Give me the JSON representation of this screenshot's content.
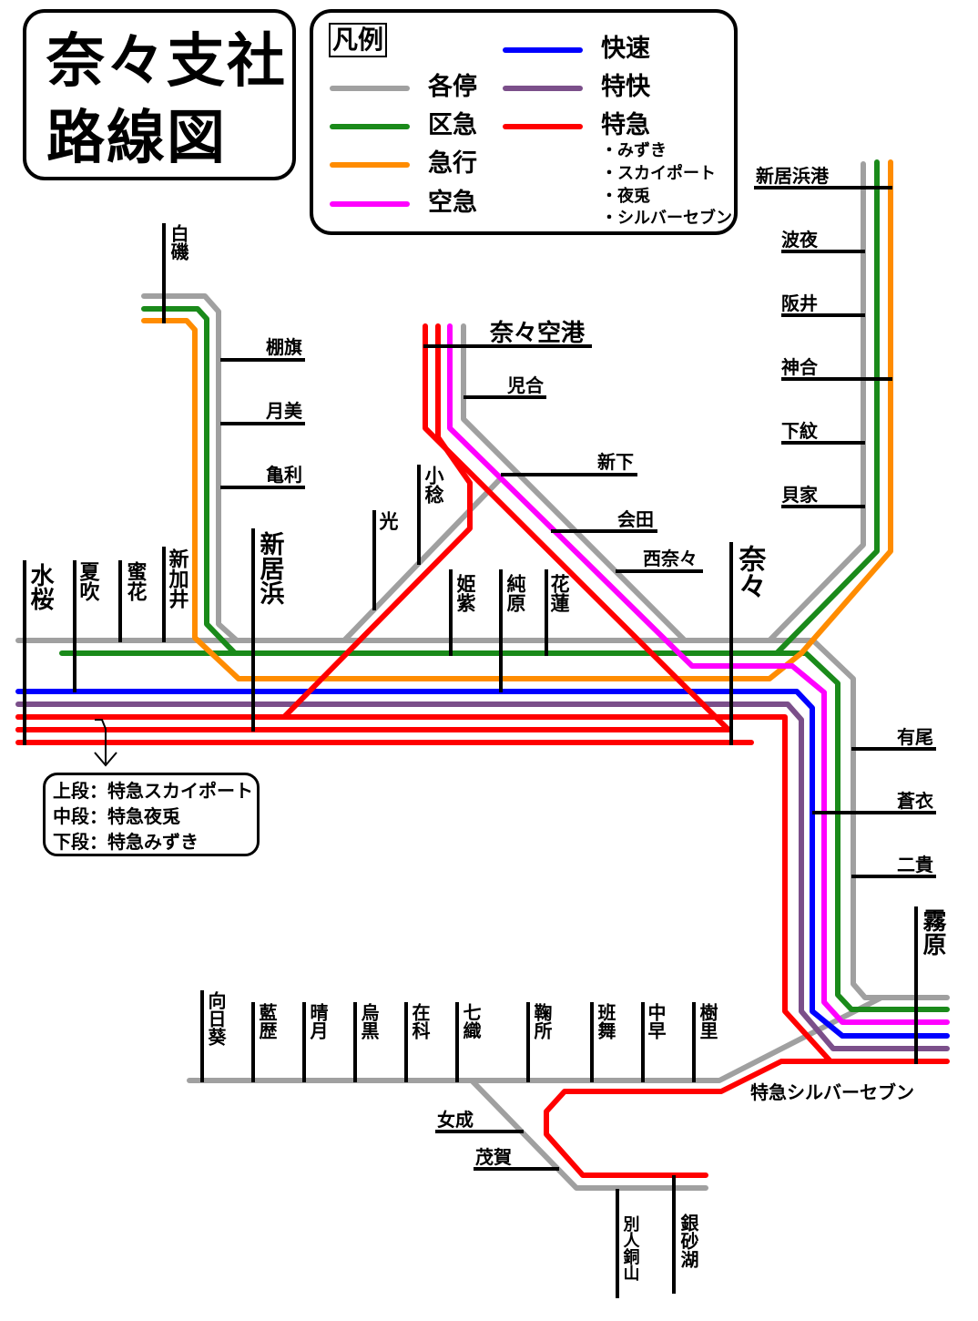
{
  "title": {
    "line1": "奈々支社",
    "line2": "路線図"
  },
  "legend": {
    "heading": "凡例",
    "items": [
      {
        "label": "各停",
        "color": "#a0a0a0"
      },
      {
        "label": "区急",
        "color": "#1a8a1a"
      },
      {
        "label": "急行",
        "color": "#ff8c00"
      },
      {
        "label": "空急",
        "color": "#ff00ff"
      },
      {
        "label": "快速",
        "color": "#0000ff"
      },
      {
        "label": "特快",
        "color": "#7b4f8a"
      },
      {
        "label": "特急",
        "color": "#ff0000"
      }
    ],
    "limited_express_names": [
      "・みずき",
      "・スカイポート",
      "・夜兎",
      "・シルバーセブン"
    ]
  },
  "stations": {
    "mizusakura": "水桜",
    "natsubuki": "夏吹",
    "mitsuhana": "蜜花",
    "shinkanai": "新加井",
    "shinihama": "新居浜",
    "hikari": "光",
    "kominori": "小稔",
    "himemurasaki": "姫紫",
    "junbara": "純原",
    "hanahasu": "花蓮",
    "nana": "奈々",
    "shiraiso": "白磯",
    "tanahata": "棚旗",
    "tsukimi": "月美",
    "kameri": "亀利",
    "nana_airport": "奈々空港",
    "koai": "児合",
    "shinshita": "新下",
    "aida": "会田",
    "nishinana": "西奈々",
    "shinihamako": "新居浜港",
    "hayo": "波夜",
    "hanni": "阪井",
    "kamiai": "神合",
    "shimomon": "下紋",
    "kaika": "貝家",
    "ario": "有尾",
    "aoi": "蒼衣",
    "nitaka": "二貴",
    "kiribara": "霧原",
    "himawari": "向日葵",
    "airekki": "藍歴",
    "haretsuki": "晴月",
    "torikuro": "烏黒",
    "zaika": "在科",
    "nanaori": "七織",
    "mariko": "鞠所",
    "hanmai": "班舞",
    "nakahaya": "中早",
    "jusato": "樹里",
    "onanari": "女成",
    "moga": "茂賀",
    "betsujin_doyama": "別人銅山",
    "ginsako": "銀砂湖"
  },
  "silver_seven_label": "特急シルバーセブン",
  "note": {
    "upper": "上段：特急スカイポート",
    "middle": "中段：特急夜兎",
    "lower": "下段：特急みずき"
  }
}
